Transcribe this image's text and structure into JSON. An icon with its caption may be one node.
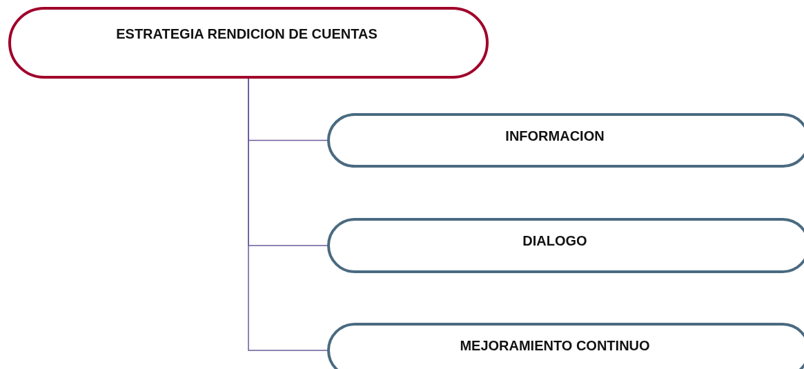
{
  "diagram": {
    "nodes": [
      {
        "text": [
          "ESTRATEGIA RENDICION DE CUENTAS"
        ]
      },
      {
        "text": [
          "INFORMACION"
        ]
      },
      {
        "text": [
          "DIALOGO"
        ]
      },
      {
        "text": [
          "MEJORAMIENTO CONTINUO"
        ]
      }
    ],
    "edges": [
      {
        "from": 0,
        "to": 1,
        "arrow": "none"
      },
      {
        "from": 0,
        "to": 2,
        "arrow": "none"
      },
      {
        "from": 0,
        "to": 3,
        "arrow": "none"
      }
    ]
  }
}
